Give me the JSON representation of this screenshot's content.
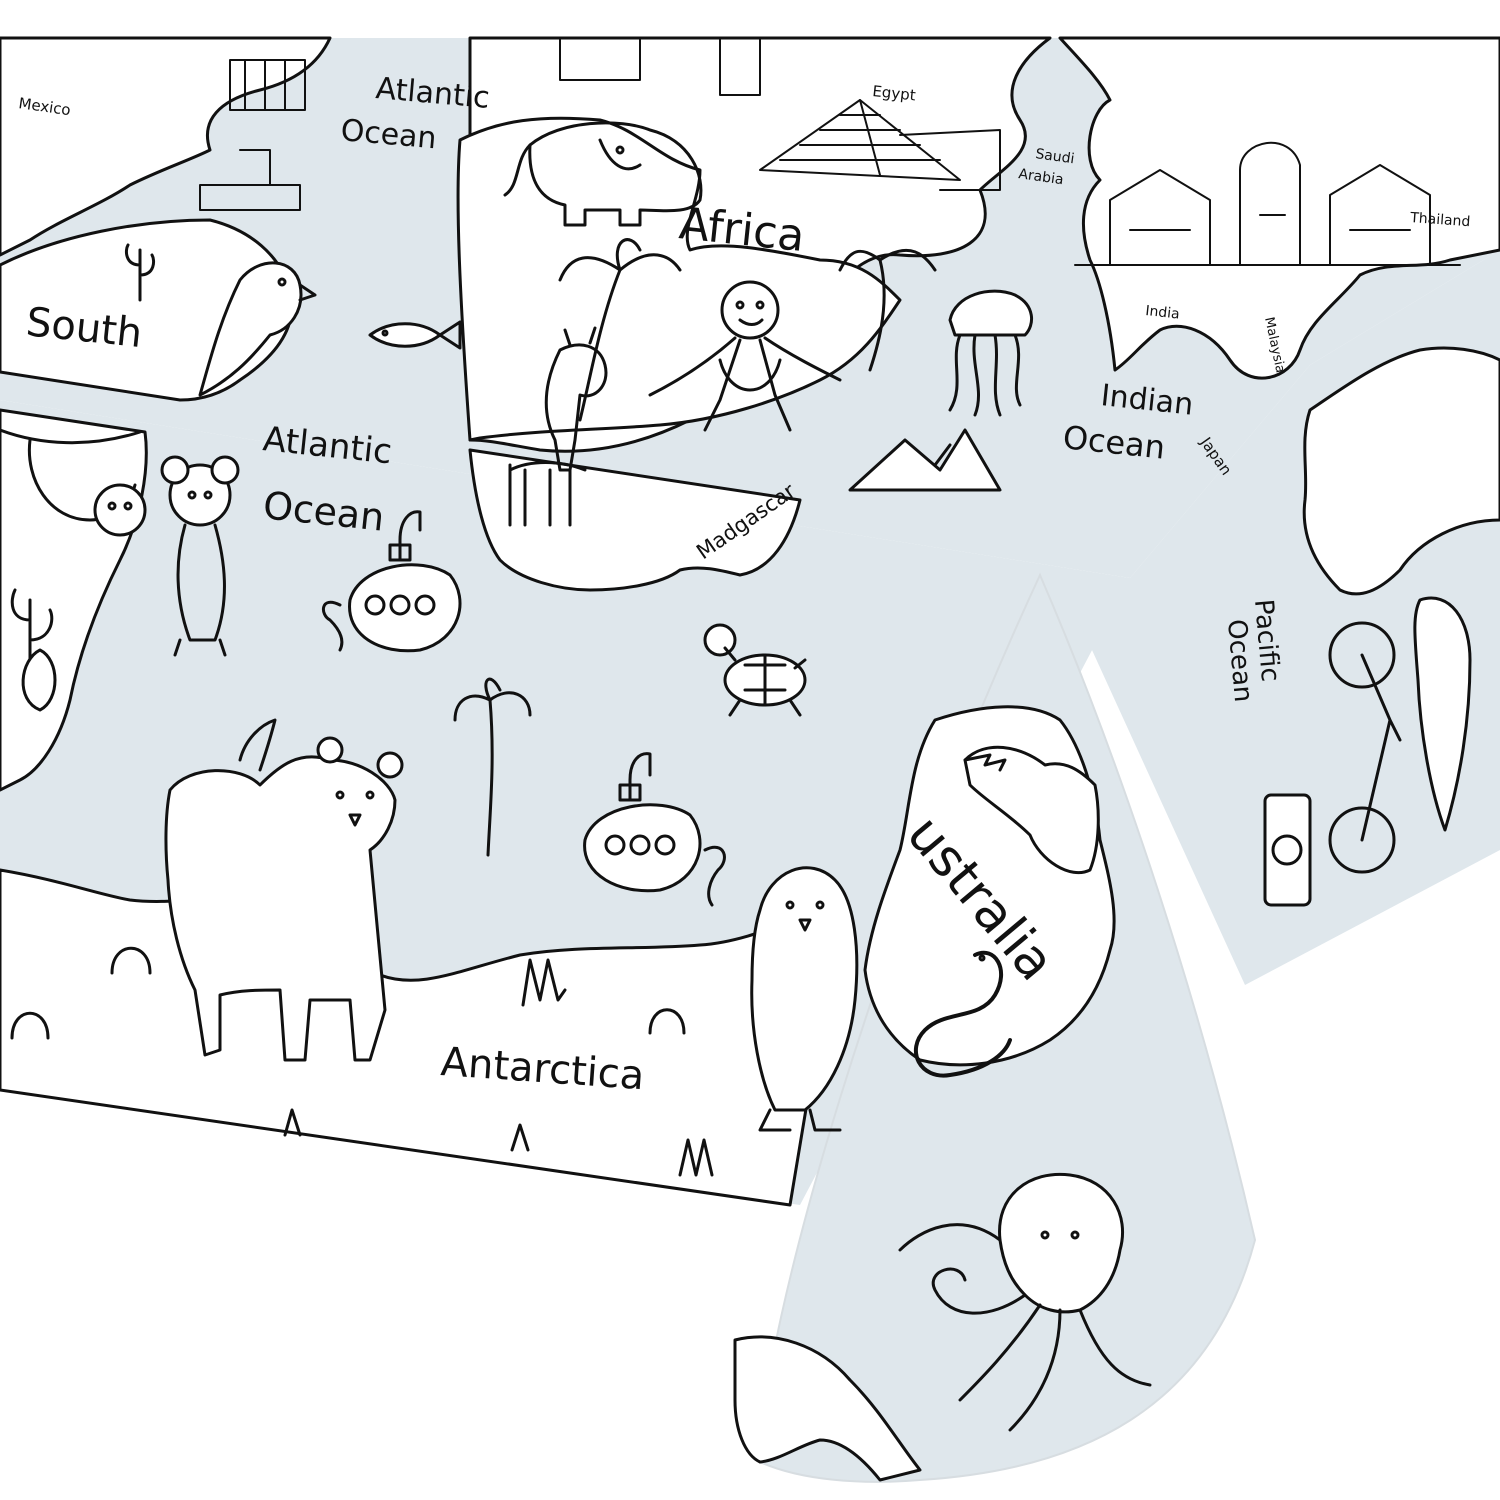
{
  "colors": {
    "ocean": "#dfe7ec",
    "land": "#ffffff",
    "ink": "#111111",
    "background": "#ffffff"
  },
  "labels": {
    "mexico": "Mexico",
    "atlantic_top_1": "Atlantic",
    "atlantic_top_2": "Ocean",
    "egypt": "Egypt",
    "saudi_1": "Saudi",
    "saudi_2": "Arabia",
    "thailand": "Thailand",
    "africa": "Africa",
    "south": "South",
    "atlantic_mid_1": "Atlantic",
    "atlantic_mid_2": "Ocean",
    "india": "India",
    "malaysia": "Malaysia",
    "indian_1": "Indian",
    "indian_2": "Ocean",
    "magascar": "Madgascar",
    "japan": "Japan",
    "pacific_1": "Pacific",
    "pacific_2": "Ocean",
    "australia": "ustralia",
    "antarctica": "Antarctica"
  },
  "icons": [
    "elephant-icon",
    "pyramids-icon",
    "monkey-icon",
    "giraffe-icon",
    "palm-tree-icon",
    "jellyfish-icon",
    "mountains-icon",
    "parrot-icon",
    "fish-icon",
    "sloth-icon",
    "mouse-icon",
    "submarine-icon",
    "turtle-icon",
    "polar-bear-icon",
    "penguin-icon",
    "crocodile-icon",
    "snake-icon",
    "octopus-icon",
    "dinosaur-icon",
    "bicycle-icon",
    "camera-icon",
    "taj-mahal-icon",
    "whale-icon",
    "cactus-icon"
  ]
}
